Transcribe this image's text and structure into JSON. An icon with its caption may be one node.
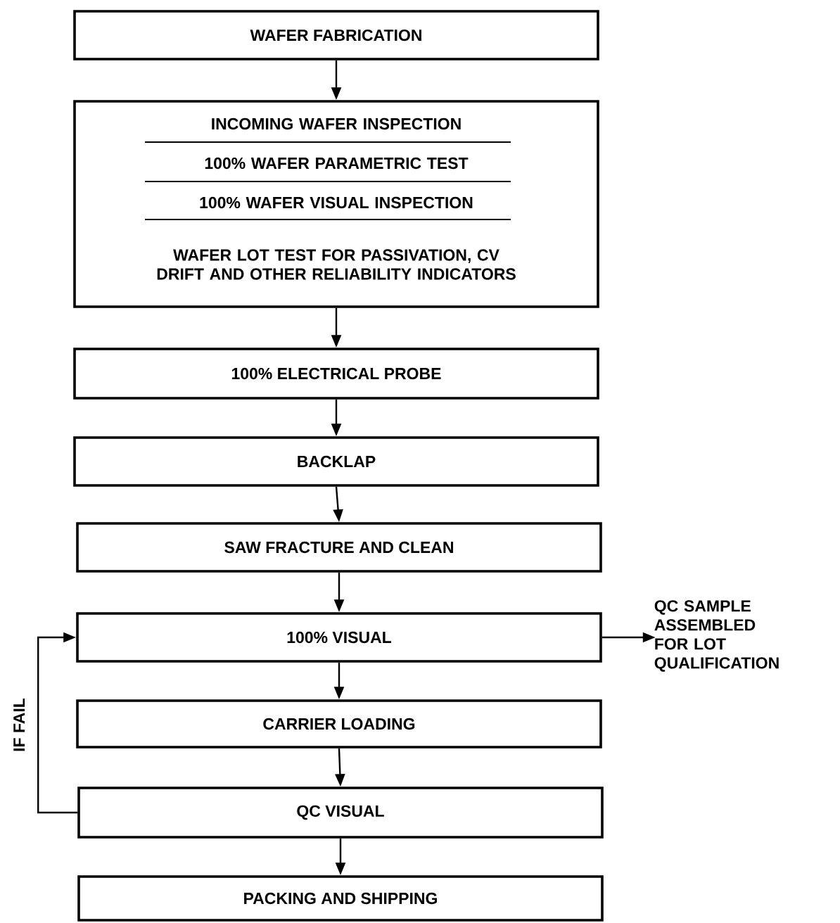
{
  "diagram": {
    "nodes": [
      {
        "text": [
          "WAFER FABRICATION"
        ]
      },
      {
        "text": [
          "INCOMING WAFER INSPECTION",
          "100% WAFER PARAMETRIC TEST",
          "100% WAFER VISUAL INSPECTION",
          "WAFER LOT TEST FOR PASSIVATION, CV DRIFT AND OTHER RELIABILITY INDICATORS"
        ]
      },
      {
        "text": [
          "100% ELECTRICAL PROBE"
        ]
      },
      {
        "text": [
          "BACKLAP"
        ]
      },
      {
        "text": [
          "SAW FRACTURE AND CLEAN"
        ]
      },
      {
        "text": [
          "100% VISUAL"
        ]
      },
      {
        "text": [
          "CARRIER LOADING"
        ]
      },
      {
        "text": [
          "QC VISUAL"
        ]
      },
      {
        "text": [
          "PACKING AND SHIPPING"
        ]
      },
      {
        "text": [
          "QC SAMPLE ASSEMBLED FOR LOT QUALIFICATION"
        ]
      }
    ],
    "edges": [
      {
        "from": 0,
        "to": 1,
        "arrow": "to"
      },
      {
        "from": 1,
        "to": 2,
        "arrow": "to"
      },
      {
        "from": 2,
        "to": 3,
        "arrow": "to"
      },
      {
        "from": 3,
        "to": 4,
        "arrow": "to"
      },
      {
        "from": 4,
        "to": 5,
        "arrow": "to"
      },
      {
        "from": 5,
        "to": 6,
        "arrow": "to"
      },
      {
        "from": 6,
        "to": 7,
        "arrow": "to"
      },
      {
        "from": 7,
        "to": 8,
        "arrow": "to"
      },
      {
        "from": 5,
        "to": 9,
        "arrow": "to"
      },
      {
        "from": 7,
        "to": 5,
        "arrow": "to",
        "label": "IF FAIL"
      }
    ]
  }
}
